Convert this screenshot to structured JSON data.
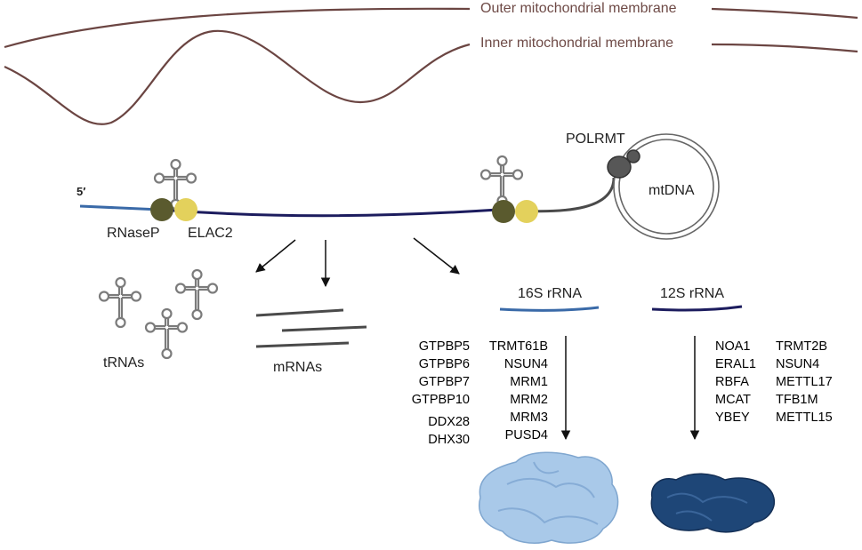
{
  "membranes": {
    "outer": "Outer mitochondrial membrane",
    "inner": "Inner mitochondrial membrane"
  },
  "transcript": {
    "five_prime": "5′",
    "rnasep": "RNaseP",
    "elac2": "ELAC2",
    "polrmt": "POLRMT",
    "mtdna": "mtDNA"
  },
  "products": {
    "trnas": "tRNAs",
    "mrnas": "mRNAs",
    "rrna_16s": "16S rRNA",
    "rrna_12s": "12S rRNA"
  },
  "factors_16s": {
    "col1": [
      "GTPBP5",
      "GTPBP6",
      "GTPBP7",
      "GTPBP10",
      "DDX28",
      "DHX30"
    ],
    "col2": [
      "TRMT61B",
      "NSUN4",
      "MRM1",
      "MRM2",
      "MRM3",
      "PUSD4"
    ]
  },
  "factors_12s": {
    "col1": [
      "NOA1",
      "ERAL1",
      "RBFA",
      "MCAT",
      "YBEY"
    ],
    "col2": [
      "TRMT2B",
      "NSUN4",
      "METTL17",
      "TFB1M",
      "METTL15"
    ]
  },
  "colors": {
    "membrane": "#6b4542",
    "transcript_dark": "#1c1c5e",
    "transcript_blue": "#3a6aa8",
    "rnasep": "#5a5a2e",
    "elac2": "#e3d15c",
    "grey_line": "#4a4a4a",
    "large_subunit": "#a9c9e9",
    "small_subunit": "#1e4677"
  }
}
